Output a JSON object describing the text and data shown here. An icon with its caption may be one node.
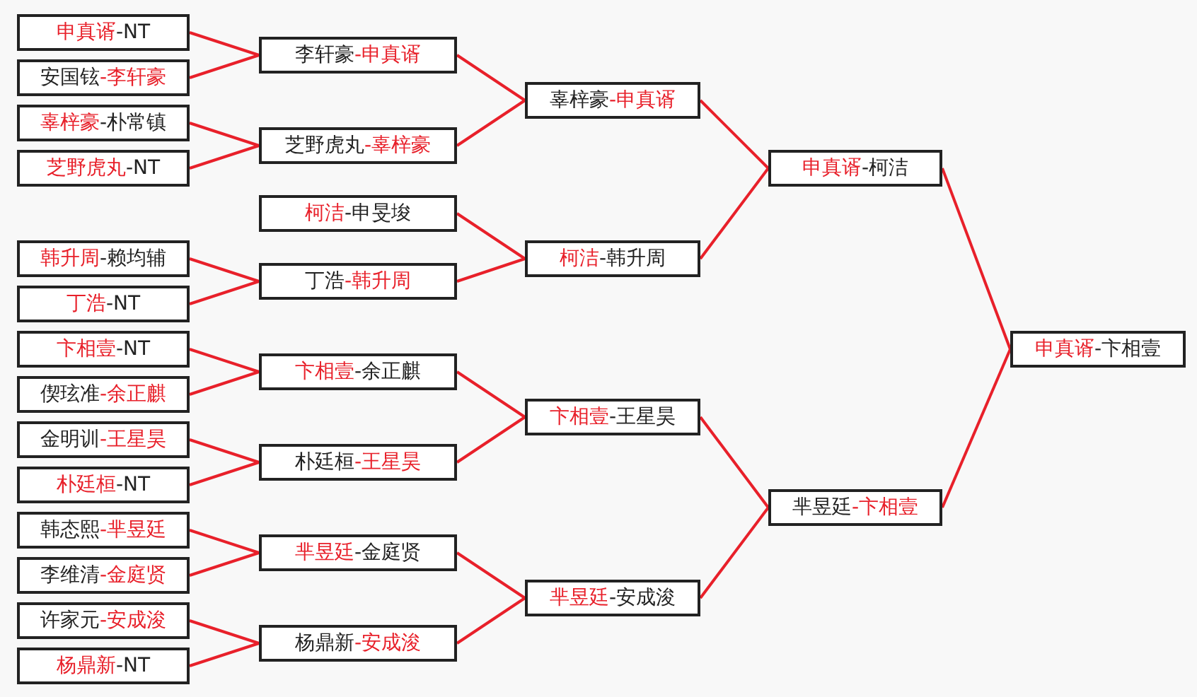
{
  "diagram": {
    "nodes": [
      {
        "text": [
          "申真谞-NT"
        ]
      },
      {
        "text": [
          "安国铉-李轩豪"
        ]
      },
      {
        "text": [
          "辜梓豪-朴常镇"
        ]
      },
      {
        "text": [
          "芝野虎丸-NT"
        ]
      },
      {
        "text": [
          "韩升周-赖均辅"
        ]
      },
      {
        "text": [
          "丁浩-NT"
        ]
      },
      {
        "text": [
          "卞相壹-NT"
        ]
      },
      {
        "text": [
          "偰玹准-余正麒"
        ]
      },
      {
        "text": [
          "金明训-王星昊"
        ]
      },
      {
        "text": [
          "朴廷桓-NT"
        ]
      },
      {
        "text": [
          "韩态熙-芈昱廷"
        ]
      },
      {
        "text": [
          "李维清-金庭贤"
        ]
      },
      {
        "text": [
          "许家元-安成浚"
        ]
      },
      {
        "text": [
          "杨鼎新-NT"
        ]
      },
      {
        "text": [
          "李轩豪-申真谞"
        ]
      },
      {
        "text": [
          "芝野虎丸-辜梓豪"
        ]
      },
      {
        "text": [
          "柯洁-申旻埈"
        ]
      },
      {
        "text": [
          "丁浩-韩升周"
        ]
      },
      {
        "text": [
          "卞相壹-余正麒"
        ]
      },
      {
        "text": [
          "朴廷桓-王星昊"
        ]
      },
      {
        "text": [
          "芈昱廷-金庭贤"
        ]
      },
      {
        "text": [
          "杨鼎新-安成浚"
        ]
      },
      {
        "text": [
          "辜梓豪-申真谞"
        ]
      },
      {
        "text": [
          "柯洁-韩升周"
        ]
      },
      {
        "text": [
          "卞相壹-王星昊"
        ]
      },
      {
        "text": [
          "芈昱廷-安成浚"
        ]
      },
      {
        "text": [
          "申真谞-柯洁"
        ]
      },
      {
        "text": [
          "芈昱廷-卞相壹"
        ]
      },
      {
        "text": [
          "申真谞-卞相壹"
        ]
      }
    ],
    "edges": [
      {
        "from": 0,
        "to": 14,
        "arrow": "none"
      },
      {
        "from": 1,
        "to": 14,
        "arrow": "none"
      },
      {
        "from": 2,
        "to": 15,
        "arrow": "none"
      },
      {
        "from": 3,
        "to": 15,
        "arrow": "none"
      },
      {
        "from": 4,
        "to": 17,
        "arrow": "none"
      },
      {
        "from": 5,
        "to": 17,
        "arrow": "none"
      },
      {
        "from": 6,
        "to": 18,
        "arrow": "none"
      },
      {
        "from": 7,
        "to": 18,
        "arrow": "none"
      },
      {
        "from": 8,
        "to": 19,
        "arrow": "none"
      },
      {
        "from": 9,
        "to": 19,
        "arrow": "none"
      },
      {
        "from": 10,
        "to": 20,
        "arrow": "none"
      },
      {
        "from": 11,
        "to": 20,
        "arrow": "none"
      },
      {
        "from": 12,
        "to": 21,
        "arrow": "none"
      },
      {
        "from": 13,
        "to": 21,
        "arrow": "none"
      },
      {
        "from": 14,
        "to": 22,
        "arrow": "none"
      },
      {
        "from": 15,
        "to": 22,
        "arrow": "none"
      },
      {
        "from": 16,
        "to": 23,
        "arrow": "none"
      },
      {
        "from": 17,
        "to": 23,
        "arrow": "none"
      },
      {
        "from": 18,
        "to": 24,
        "arrow": "none"
      },
      {
        "from": 19,
        "to": 24,
        "arrow": "none"
      },
      {
        "from": 20,
        "to": 25,
        "arrow": "none"
      },
      {
        "from": 21,
        "to": 25,
        "arrow": "none"
      },
      {
        "from": 22,
        "to": 26,
        "arrow": "none"
      },
      {
        "from": 23,
        "to": 26,
        "arrow": "none"
      },
      {
        "from": 24,
        "to": 27,
        "arrow": "none"
      },
      {
        "from": 25,
        "to": 27,
        "arrow": "none"
      },
      {
        "from": 26,
        "to": 28,
        "arrow": "none"
      },
      {
        "from": 27,
        "to": 28,
        "arrow": "none"
      }
    ]
  }
}
